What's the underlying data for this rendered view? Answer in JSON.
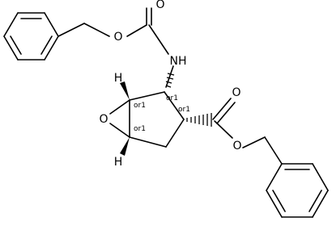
{
  "molecule": {
    "atom_labels": {
      "nh": "NH",
      "carbamate_o_single": "O",
      "carbamate_o_double": "O",
      "epoxide_o": "O",
      "ester_o_double": "O",
      "ester_o_single": "O",
      "h_top": "H",
      "h_bottom": "H"
    },
    "stereo_labels": {
      "c_bridgehead_top": "or1",
      "c_nh": "or1",
      "c_ester": "or1",
      "c_bridgehead_bottom": "or1"
    }
  }
}
